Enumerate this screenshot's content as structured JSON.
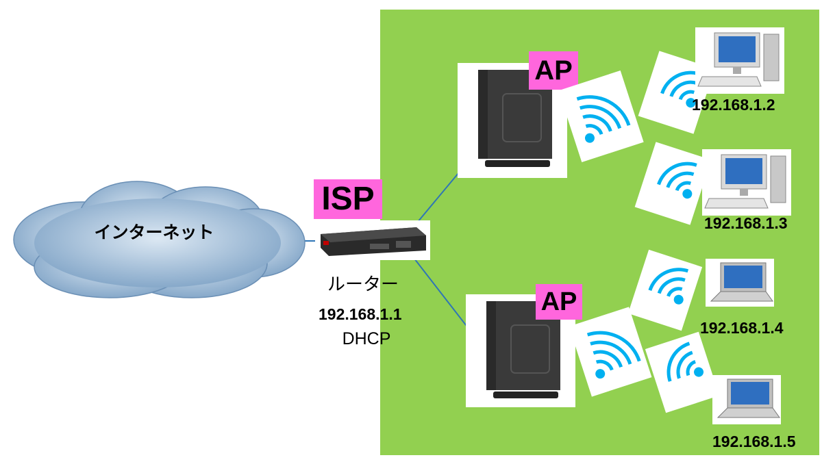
{
  "internet": {
    "label": "インターネット"
  },
  "router": {
    "tag": "ISP",
    "name": "ルーター",
    "ip": "192.168.1.1",
    "service": "DHCP"
  },
  "access_points": [
    {
      "tag": "AP"
    },
    {
      "tag": "AP"
    }
  ],
  "clients": [
    {
      "ip": "192.168.1.2",
      "type": "desktop"
    },
    {
      "ip": "192.168.1.3",
      "type": "desktop"
    },
    {
      "ip": "192.168.1.4",
      "type": "laptop"
    },
    {
      "ip": "192.168.1.5",
      "type": "laptop"
    }
  ],
  "colors": {
    "lan_area": "#92d050",
    "tag": "#ff66dd",
    "link": "#2e75b6",
    "wifi": "#00b0f0"
  }
}
